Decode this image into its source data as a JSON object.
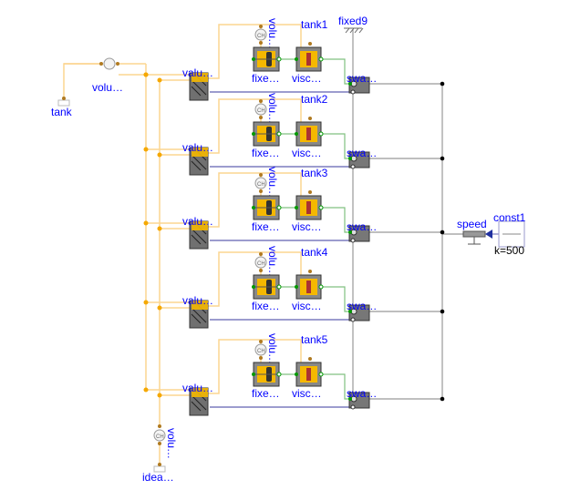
{
  "components": {
    "tank": "tank",
    "volume_sensor_top": "volu…",
    "volume_sensor_bottom": "volu…",
    "ideal_source": "idea…",
    "fixed": "fixed9",
    "speed": "speed",
    "const": "const1",
    "const_param": "k=500"
  },
  "rows": [
    {
      "valve": "valu…",
      "flow": "volu…",
      "fixed": "fixe…",
      "viscous": "visc…",
      "tank": "tank1",
      "swash": "swa…"
    },
    {
      "valve": "valu…",
      "flow": "volu…",
      "fixed": "fixe…",
      "viscous": "visc…",
      "tank": "tank2",
      "swash": "swa…"
    },
    {
      "valve": "valu…",
      "flow": "volu…",
      "fixed": "fixe…",
      "viscous": "visc…",
      "tank": "tank3",
      "swash": "swa…"
    },
    {
      "valve": "valu…",
      "flow": "volu…",
      "fixed": "fixe…",
      "viscous": "visc…",
      "tank": "tank4",
      "swash": "swa…"
    },
    {
      "valve": "valu…",
      "flow": "volu…",
      "fixed": "fixe…",
      "viscous": "visc…",
      "tank": "tank5",
      "swash": "swa…"
    }
  ],
  "colors": {
    "fluid": "#f5c44a",
    "mech": "#80c080",
    "signal": "#6060b0",
    "rot": "#808080",
    "label": "#0000ff"
  }
}
